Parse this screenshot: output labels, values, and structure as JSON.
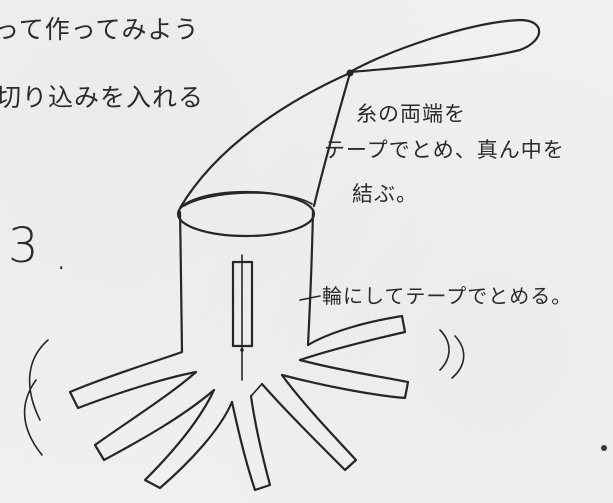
{
  "texts": {
    "top": "って作ってみよう",
    "cut": "切り込みを入れる",
    "step": "3",
    "step_dot": ".",
    "ends_line1": "糸の両端を",
    "ends_line2": "テープでとめ、真ん中を",
    "ends_line3": "結ぶ。",
    "ring": "輪にしてテープでとめる。"
  },
  "colors": {
    "paper": "#f2f0ef",
    "ink": "#262626"
  }
}
